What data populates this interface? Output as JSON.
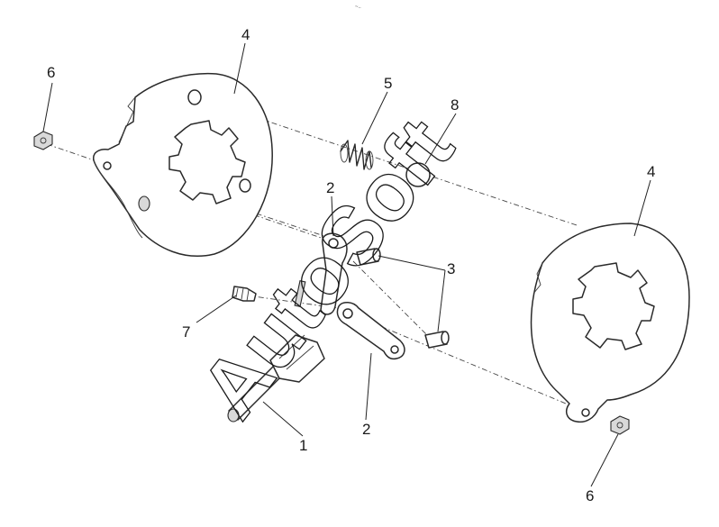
{
  "diagram": {
    "type": "exploded-parts-drawing",
    "callouts": [
      {
        "id": "c-4-left",
        "label": "4"
      },
      {
        "id": "c-6-left",
        "label": "6"
      },
      {
        "id": "c-5",
        "label": "5"
      },
      {
        "id": "c-8",
        "label": "8"
      },
      {
        "id": "c-4-right",
        "label": "4"
      },
      {
        "id": "c-2-top",
        "label": "2"
      },
      {
        "id": "c-3",
        "label": "3"
      },
      {
        "id": "c-7",
        "label": "7"
      },
      {
        "id": "c-2-bottom",
        "label": "2"
      },
      {
        "id": "c-1",
        "label": "1"
      },
      {
        "id": "c-6-right",
        "label": "6"
      }
    ],
    "watermark": "AutoSoft",
    "corner_mark": "~.."
  },
  "colors": {
    "line": "#2a2a2a",
    "background": "#ffffff",
    "shade": "#d9d9d9"
  }
}
